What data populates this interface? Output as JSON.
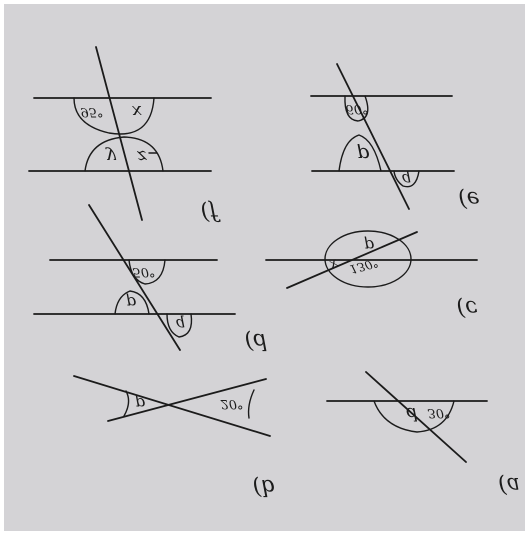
{
  "colors": {
    "paper": "#d4d3d6",
    "paper_edge": "#c9c8cc",
    "ink": "#1b1b1b",
    "border": "#ffffff"
  },
  "problems": {
    "a": {
      "label": "(a",
      "given": "30°",
      "unknown": "d"
    },
    "b": {
      "label": "(b",
      "given": "20°",
      "unknown": "p"
    },
    "c": {
      "label": "(c",
      "given_1": "130°",
      "given_2": "x",
      "unknown": "p"
    },
    "d": {
      "label": "(d",
      "given": "50°",
      "unknown_1": "p",
      "unknown_2": "q"
    },
    "e": {
      "label": "(e",
      "given": "60°",
      "unknown_1": "p",
      "unknown_2": "q"
    },
    "f": {
      "label": "(f",
      "given": "95°",
      "unknown_1": "x",
      "unknown_2": "y",
      "unknown_3": "z"
    }
  }
}
